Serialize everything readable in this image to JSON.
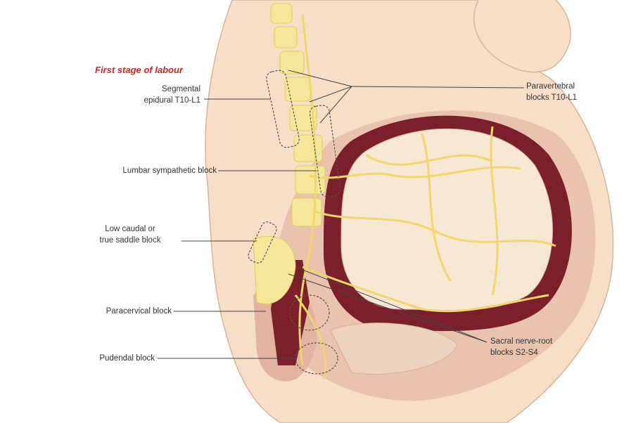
{
  "title": "First stage of labour",
  "labels": {
    "segmental": [
      "Segmental",
      "epidural T10-L1"
    ],
    "paravertebral": [
      "Paravertebral",
      "blocks T10-L1"
    ],
    "lumbar": "Lumbar sympathetic block",
    "caudal": [
      "Low caudal or",
      "true saddle block"
    ],
    "paracervical": "Paracervical block",
    "pudendal": "Pudendal block",
    "sacral": [
      "Sacral nerve-root",
      "blocks S2-S4"
    ]
  },
  "colors": {
    "skin": "#f6dfc6",
    "tissue": "#e9c3ae",
    "uterus": "#7b1f2a",
    "nerve": "#efd86a",
    "title": "#e02020"
  }
}
